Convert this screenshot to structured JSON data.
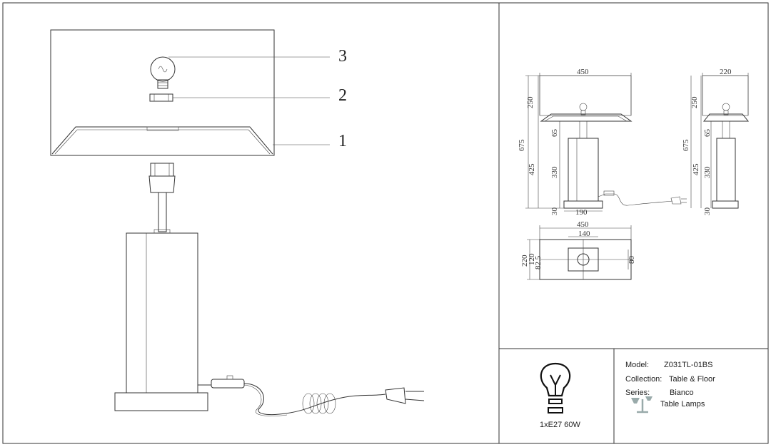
{
  "callouts": [
    "1",
    "2",
    "3"
  ],
  "dimensions": {
    "front_width": "450",
    "front_shade_h": "250",
    "front_total_h": "675",
    "front_base_h": "425",
    "front_neck_h": "65",
    "front_column_h": "330",
    "front_foot_h": "30",
    "front_base_w": "190",
    "side_width": "220",
    "side_shade_h": "250",
    "side_total_h": "675",
    "side_base_h": "425",
    "side_neck_h": "65",
    "side_column_h": "330",
    "side_foot_h": "30",
    "top_width": "450",
    "top_inner_w": "140",
    "top_depth": "220",
    "top_inner_d": "120",
    "top_hole": "82.5",
    "top_right": "80"
  },
  "bulb_label": "1xE27 60W",
  "info": {
    "model_label": "Model:",
    "model_value": "Z031TL-01BS",
    "collection_label": "Collection:",
    "collection_value": "Table & Floor",
    "series_label": "Series:",
    "series_value": "Bianco",
    "type_value": "Table Lamps"
  }
}
